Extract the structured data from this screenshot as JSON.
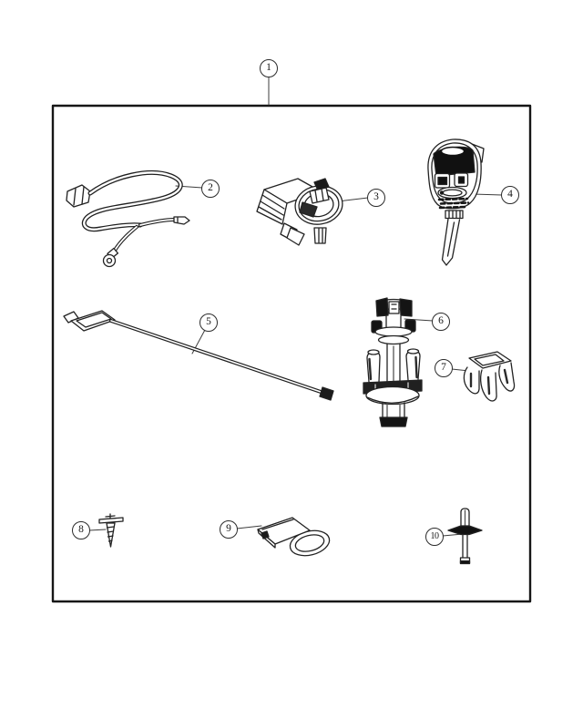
{
  "figure": {
    "name": "parts-diagram",
    "description": "exploded parts line-art diagram with numbered callouts",
    "background_color": "#ffffff",
    "line_color": "#1f1f1f",
    "box_border_color": "#161616"
  },
  "callouts": [
    {
      "number": "1",
      "part": "kit-outline-box"
    },
    {
      "number": "2",
      "part": "wiring-harness"
    },
    {
      "number": "3",
      "part": "module-with-antenna-ring"
    },
    {
      "number": "4",
      "part": "remote-transmitter-key"
    },
    {
      "number": "5",
      "part": "antenna-rod"
    },
    {
      "number": "6",
      "part": "ignition-lock-cylinder"
    },
    {
      "number": "7",
      "part": "clip-switch"
    },
    {
      "number": "8",
      "part": "screw"
    },
    {
      "number": "9",
      "part": "label-with-ring"
    },
    {
      "number": "10",
      "part": "rivet"
    }
  ]
}
